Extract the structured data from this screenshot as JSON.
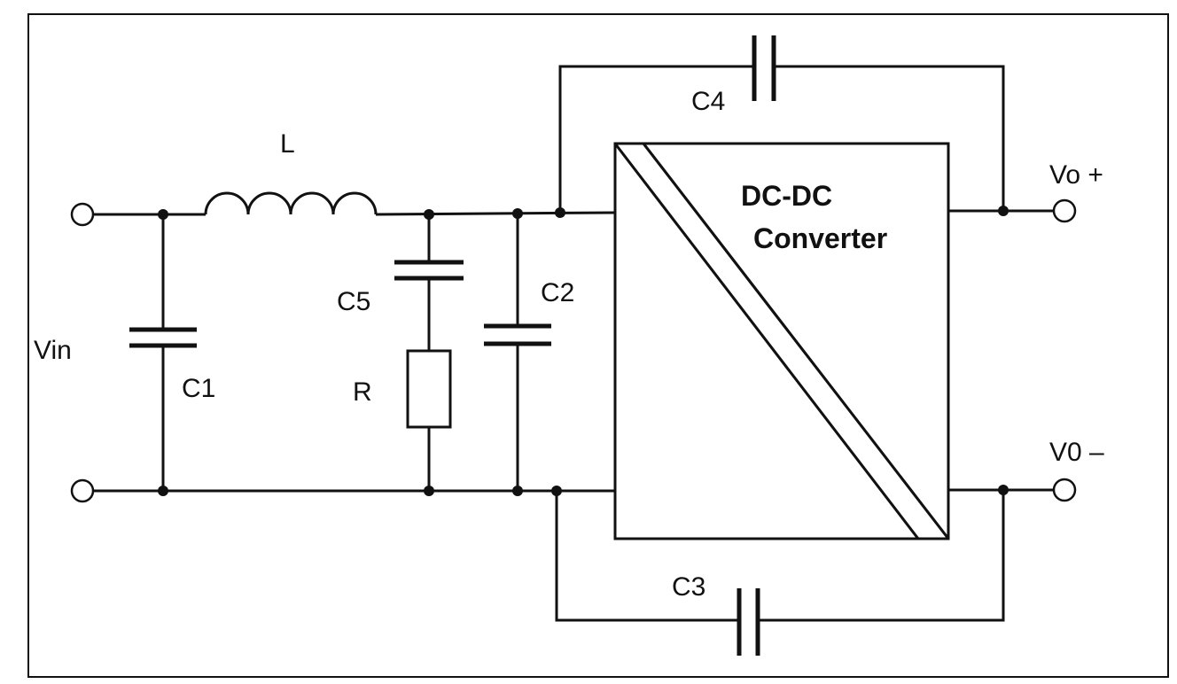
{
  "diagram": {
    "labels": {
      "vin": "Vin",
      "vout_pos": "Vo +",
      "vout_neg": "V0 –",
      "inductor": "L",
      "c1": "C1",
      "c2": "C2",
      "c3": "C3",
      "c4": "C4",
      "c5": "C5",
      "resistor": "R"
    },
    "converter": {
      "line1": "DC-DC",
      "line2": "Converter"
    }
  }
}
